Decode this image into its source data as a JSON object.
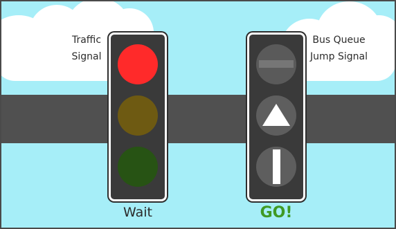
{
  "traffic_signal": {
    "label_line1": "Traffic",
    "label_line2": "Signal",
    "status": "Wait",
    "lamps": [
      {
        "name": "red-lamp",
        "color": "#ff2a2a",
        "on": true
      },
      {
        "name": "amber-lamp",
        "color": "#6e5a12",
        "on": false
      },
      {
        "name": "green-lamp",
        "color": "#275314",
        "on": false
      }
    ]
  },
  "bus_signal": {
    "label_line1": "Bus Queue",
    "label_line2": "Jump Signal",
    "status": "GO!",
    "lamps": [
      {
        "name": "horizontal-bar-lamp",
        "symbol": "horizontal-bar",
        "on": false
      },
      {
        "name": "triangle-lamp",
        "symbol": "triangle",
        "on": true
      },
      {
        "name": "vertical-bar-lamp",
        "symbol": "vertical-bar",
        "on": true
      }
    ]
  },
  "colors": {
    "sky": "#a6eef8",
    "road": "#505050",
    "signal_body": "#3a3a3a",
    "wait_text": "#2b2b2b",
    "go_text": "#3f9a24"
  }
}
